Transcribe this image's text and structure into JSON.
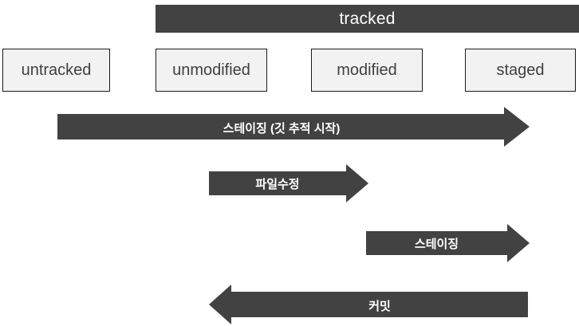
{
  "diagram": {
    "title_band": {
      "label": "tracked"
    },
    "states": [
      {
        "id": "untracked",
        "label": "untracked"
      },
      {
        "id": "unmodified",
        "label": "unmodified"
      },
      {
        "id": "modified",
        "label": "modified"
      },
      {
        "id": "staged",
        "label": "staged"
      }
    ],
    "transitions": [
      {
        "id": "staging-start-tracking",
        "label": "스테이징 (깃 추적 시작)",
        "direction": "right",
        "from": "untracked",
        "to": "staged"
      },
      {
        "id": "file-modify",
        "label": "파일수정",
        "direction": "right",
        "from": "unmodified",
        "to": "modified"
      },
      {
        "id": "staging",
        "label": "스테이징",
        "direction": "right",
        "from": "modified",
        "to": "staged"
      },
      {
        "id": "commit",
        "label": "커밋",
        "direction": "left",
        "from": "staged",
        "to": "unmodified"
      }
    ]
  },
  "colors": {
    "arrow_fill": "#424242",
    "band_fill": "#424242",
    "box_fill": "#f2f2f2",
    "box_border": "#1a1a1a",
    "box_text": "#404040",
    "label_text": "#ffffff",
    "background": "#ffffff"
  }
}
